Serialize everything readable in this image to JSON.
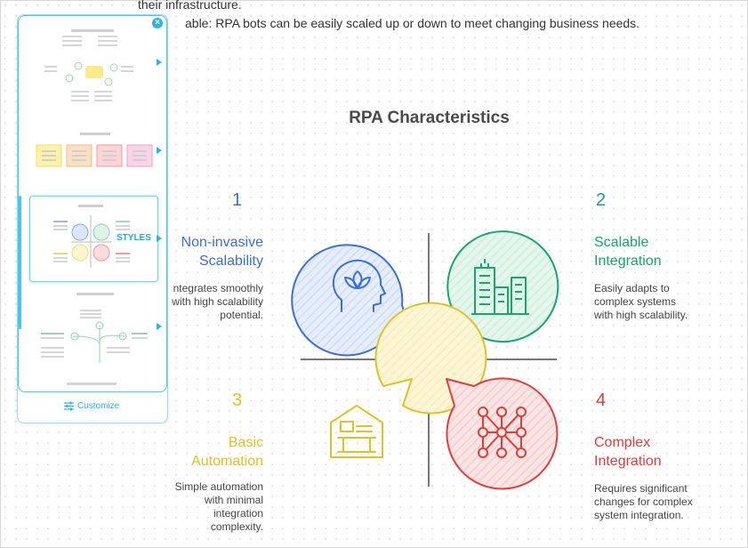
{
  "top_text": {
    "line1": "their infrastructure.",
    "line2": "able: RPA bots can be easily scaled up or down to meet changing business needs."
  },
  "diagram": {
    "title": "RPA Characteristics",
    "items": [
      {
        "num": "1",
        "title_line1": "Non-invasive",
        "title_line2": "Scalability",
        "desc_lines": [
          "ntegrates smoothly",
          "with high scalability",
          "potential."
        ],
        "color": "#3b6fd8",
        "icon": "head-lotus-icon"
      },
      {
        "num": "2",
        "title_line1": "Scalable",
        "title_line2": "Integration",
        "desc_lines": [
          "Easily adapts to",
          "complex systems",
          "with high scalability."
        ],
        "color": "#19a56b",
        "icon": "buildings-icon"
      },
      {
        "num": "3",
        "title_line1": "Basic",
        "title_line2": "Automation",
        "desc_lines": [
          "Simple automation",
          "with minimal",
          "integration",
          "complexity."
        ],
        "color": "#e0c12a",
        "icon": "house-workstation-icon"
      },
      {
        "num": "4",
        "title_line1": "Complex",
        "title_line2": "Integration",
        "desc_lines": [
          "Requires significant",
          "changes for complex",
          "system integration."
        ],
        "color": "#e23d3d",
        "icon": "network-nodes-icon"
      }
    ]
  },
  "panel": {
    "styles_label": "STYLES",
    "customize_label": "Customize",
    "accent": "#2bb5e2"
  }
}
